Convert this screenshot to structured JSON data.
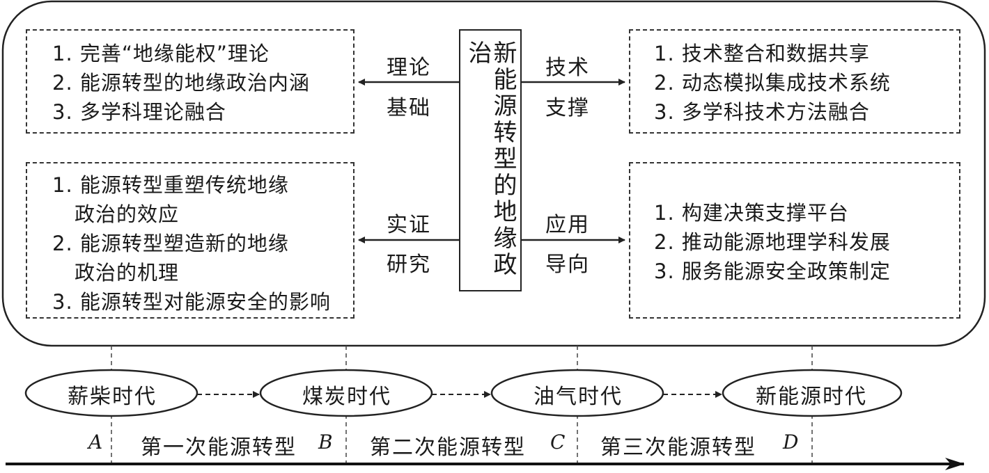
{
  "center_title": "新能源转型的地缘政治",
  "labels": {
    "theory": [
      "理论",
      "基础"
    ],
    "tech": [
      "技术",
      "支撑"
    ],
    "empirical": [
      "实证",
      "研究"
    ],
    "application": [
      "应用",
      "导向"
    ]
  },
  "boxes": {
    "theory": [
      "1. 完善“地缘能权”理论",
      "2. 能源转型的地缘政治内涵",
      "3. 多学科理论融合"
    ],
    "tech": [
      "1. 技术整合和数据共享",
      "2. 动态模拟集成技术系统",
      "3. 多学科技术方法融合"
    ],
    "empirical": [
      "1. 能源转型重塑传统地缘",
      "政治的效应",
      "2. 能源转型塑造新的地缘",
      "政治的机理",
      "3. 能源转型对能源安全的影响"
    ],
    "application": [
      "1. 构建决策支撑平台",
      "2. 推动能源地理学科发展",
      "3. 服务能源安全政策制定"
    ]
  },
  "eras": [
    "薪柴时代",
    "煤炭时代",
    "油气时代",
    "新能源时代"
  ],
  "stages": [
    "第一次能源转型",
    "第二次能源转型",
    "第三次能源转型"
  ],
  "points": [
    "A",
    "B",
    "C",
    "D"
  ]
}
